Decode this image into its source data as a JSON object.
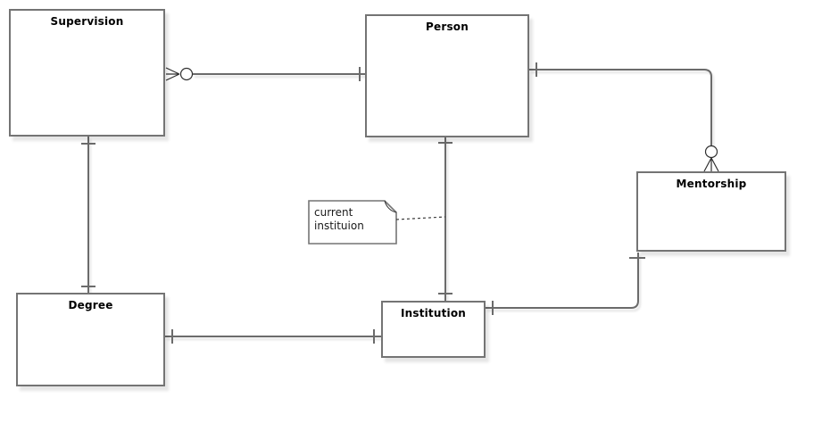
{
  "diagram": {
    "type": "entity-relationship",
    "entities": [
      {
        "id": "supervision",
        "label": "Supervision"
      },
      {
        "id": "person",
        "label": "Person"
      },
      {
        "id": "mentorship",
        "label": "Mentorship"
      },
      {
        "id": "degree",
        "label": "Degree"
      },
      {
        "id": "institution",
        "label": "Institution"
      }
    ],
    "note": {
      "text": "current\ninstituion"
    },
    "connections": [
      {
        "from": "Supervision",
        "to": "Person",
        "from_marker": "many-optional (crow's foot + circle)",
        "to_marker": "one (bar)"
      },
      {
        "from": "Person",
        "to": "Mentorship",
        "from_marker": "one (bar)",
        "to_marker": "many-optional (circle + crow's foot)"
      },
      {
        "from": "Person",
        "to": "Institution",
        "from_marker": "one (bar)",
        "to_marker": "one (bar)"
      },
      {
        "from": "Supervision",
        "to": "Degree",
        "from_marker": "one (bar)",
        "to_marker": "one (bar)"
      },
      {
        "from": "Degree",
        "to": "Institution",
        "from_marker": "one (bar)",
        "to_marker": "one (bar)"
      },
      {
        "from": "Institution",
        "to": "Mentorship",
        "from_marker": "one (bar)",
        "to_marker": "one (bar)"
      },
      {
        "from": "note",
        "to": "Person-Institution connector",
        "style": "dashed"
      }
    ],
    "colors": {
      "background": "#ffffff",
      "box_border": "#747474",
      "connector": "#6b6b6b",
      "marker": "#2f2f2f",
      "text": "#000000"
    }
  }
}
